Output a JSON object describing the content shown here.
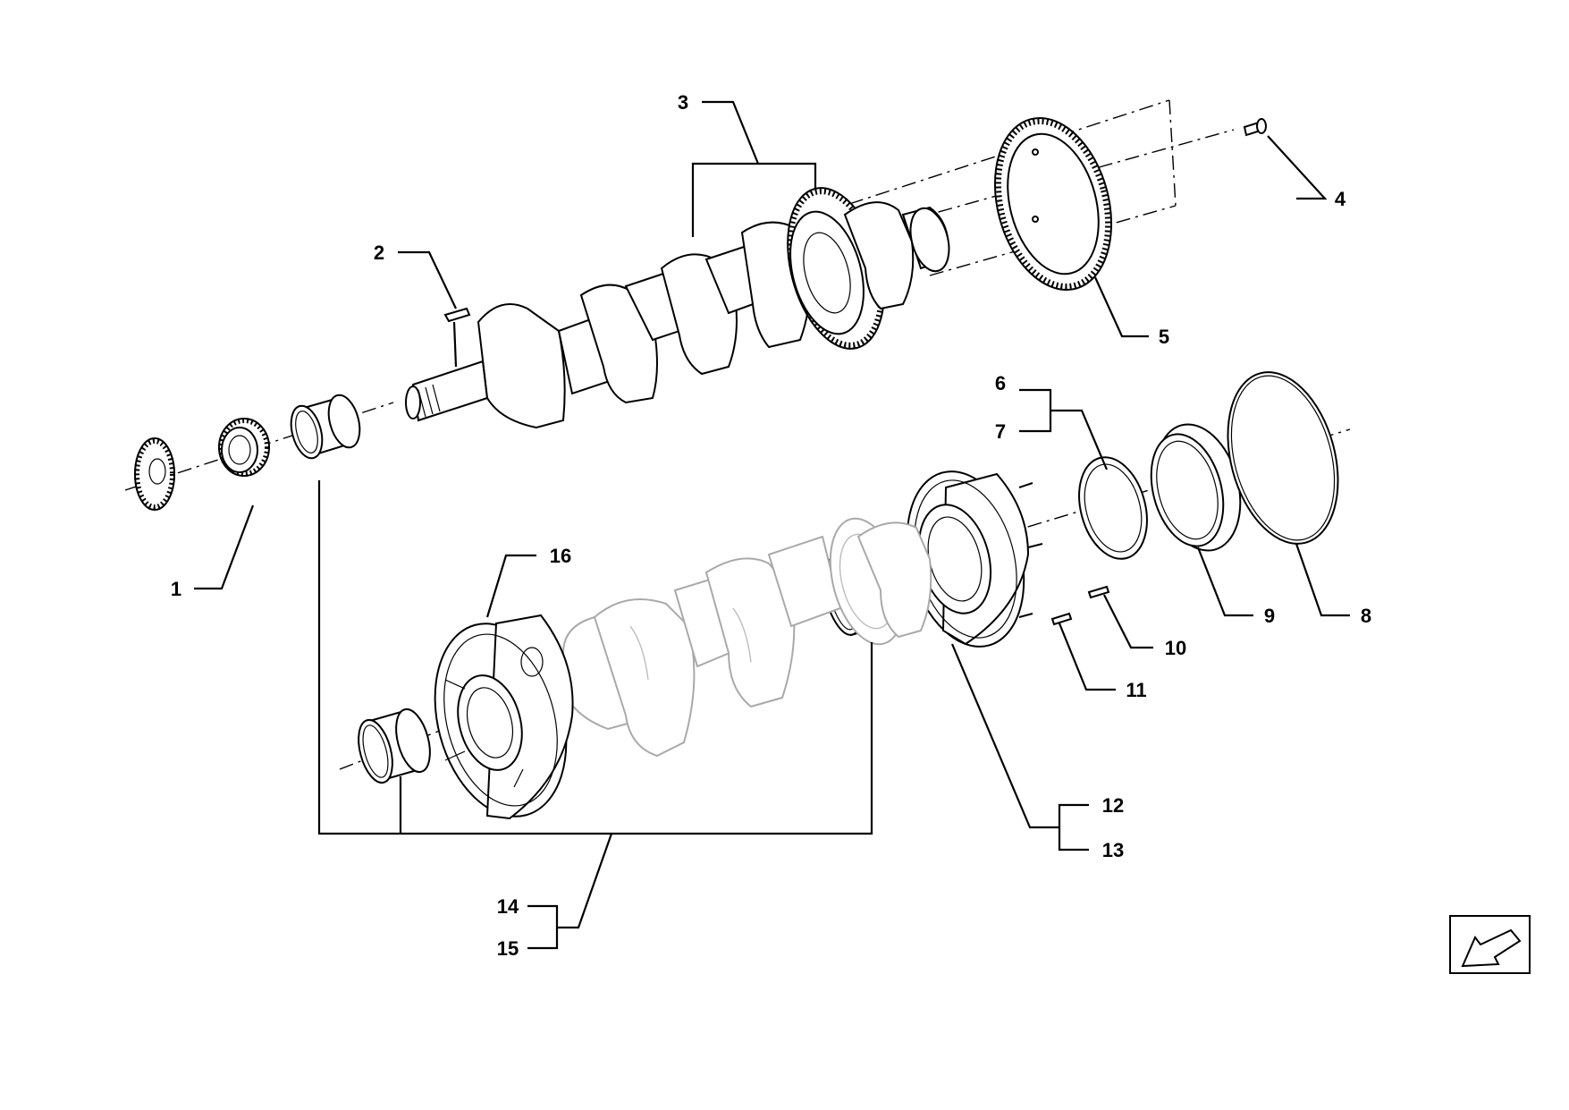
{
  "callouts": [
    {
      "id": "1",
      "text": "1"
    },
    {
      "id": "2",
      "text": "2"
    },
    {
      "id": "3",
      "text": "3"
    },
    {
      "id": "4",
      "text": "4"
    },
    {
      "id": "5",
      "text": "5"
    },
    {
      "id": "6",
      "text": "6"
    },
    {
      "id": "7",
      "text": "7"
    },
    {
      "id": "8",
      "text": "8"
    },
    {
      "id": "9",
      "text": "9"
    },
    {
      "id": "10",
      "text": "10"
    },
    {
      "id": "11",
      "text": "11"
    },
    {
      "id": "12",
      "text": "12"
    },
    {
      "id": "13",
      "text": "13"
    },
    {
      "id": "14",
      "text": "14"
    },
    {
      "id": "15",
      "text": "15"
    },
    {
      "id": "16",
      "text": "16"
    }
  ],
  "orientation_icon": "front-arrow-icon",
  "colors": {
    "line": "#000000",
    "ghost": "#a9a9a9",
    "background": "#ffffff"
  }
}
